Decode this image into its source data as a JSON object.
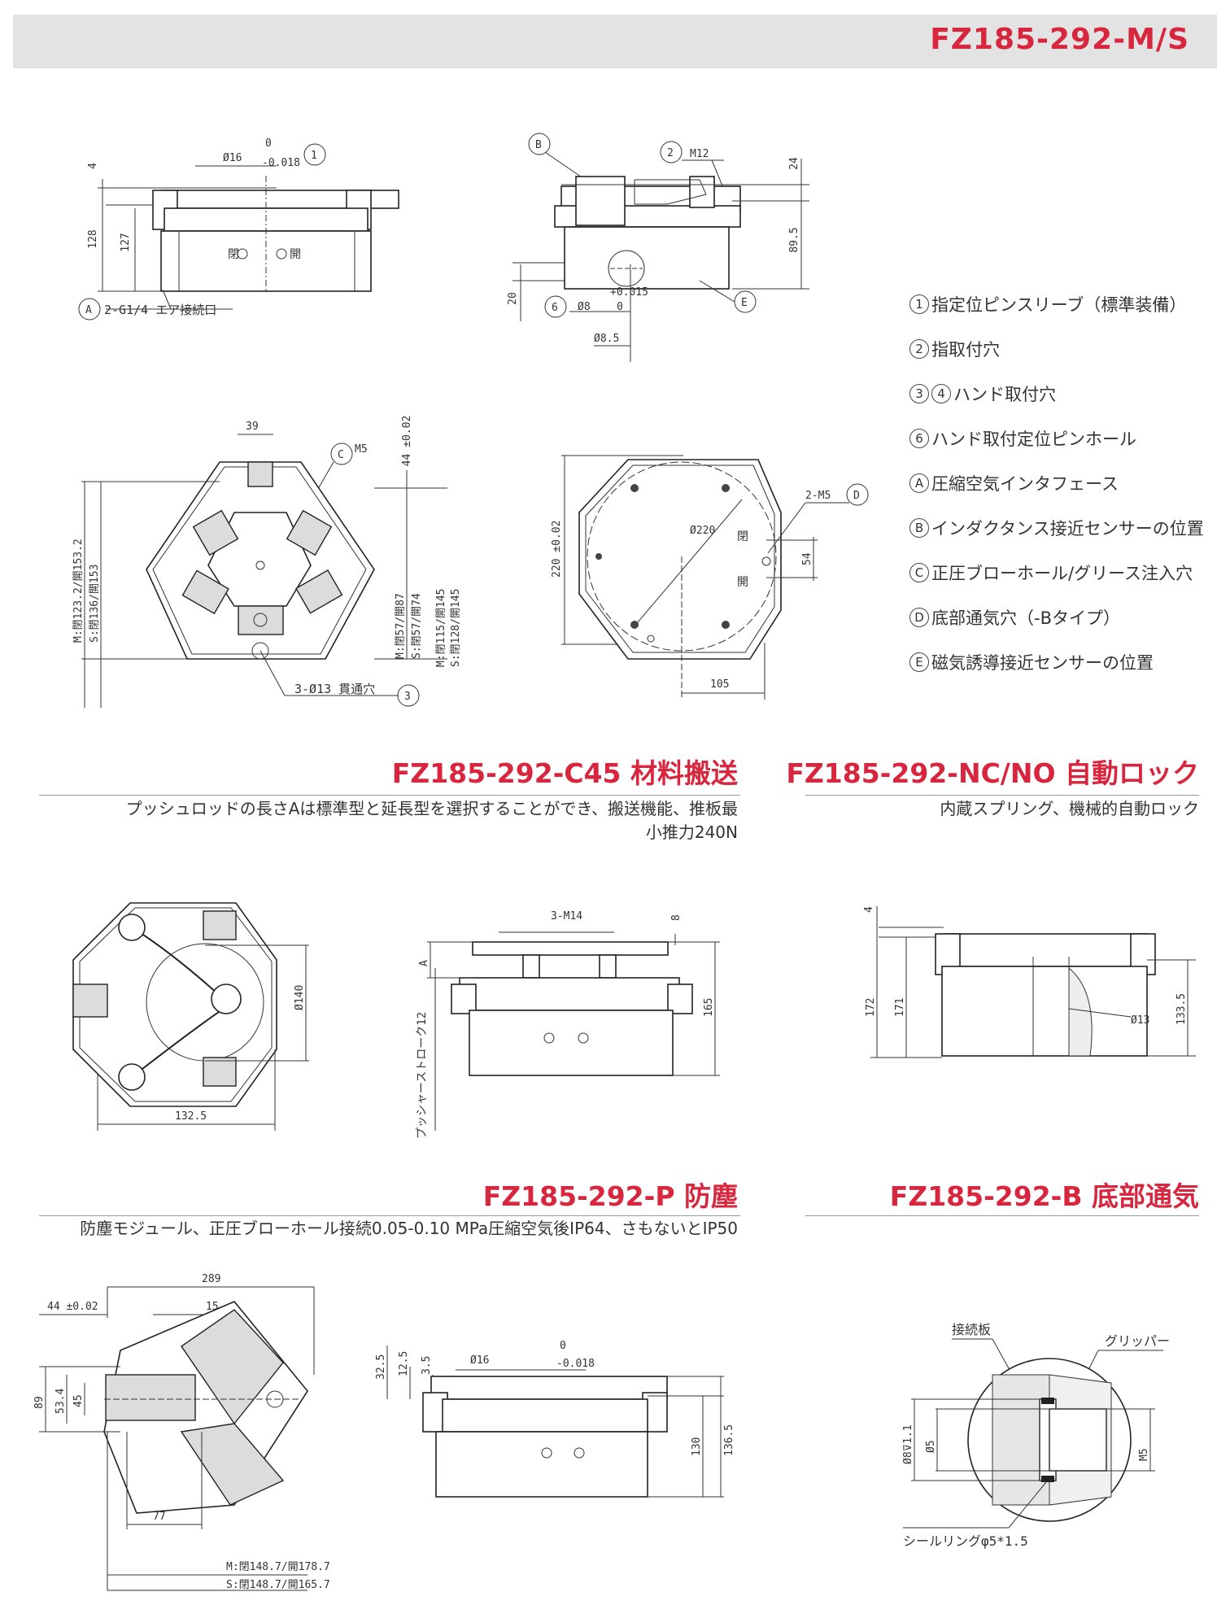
{
  "header": {
    "title": "FZ185-292-M/S"
  },
  "legend": [
    {
      "marks": [
        "1"
      ],
      "text": "指定位ピンスリーブ（標準装備）"
    },
    {
      "marks": [
        "2"
      ],
      "text": "指取付穴"
    },
    {
      "marks": [
        "3",
        "4"
      ],
      "text": "ハンド取付穴"
    },
    {
      "marks": [
        "6"
      ],
      "text": "ハンド取付定位ピンホール"
    },
    {
      "marks": [
        "A"
      ],
      "text": "圧縮空気インタフェース"
    },
    {
      "marks": [
        "B"
      ],
      "text": "インダクタンス接近センサーの位置"
    },
    {
      "marks": [
        "C"
      ],
      "text": "正圧ブローホール/グリース注入穴"
    },
    {
      "marks": [
        "D"
      ],
      "text": "底部通気穴（-Bタイプ）"
    },
    {
      "marks": [
        "E"
      ],
      "text": "磁気誘導接近センサーの位置"
    }
  ],
  "sections": {
    "c45": {
      "title": "FZ185-292-C45 材料搬送",
      "desc_1": "プッシュロッドの長さAは標準型と延長型を選択することができ、搬送機能、推板最",
      "desc_2": "小推力240N"
    },
    "nc": {
      "title": "FZ185-292-NC/NO 自動ロック",
      "desc": "内蔵スプリング、機械的自動ロック"
    },
    "p": {
      "title": "FZ185-292-P 防塵",
      "desc": "防塵モジュール、正圧ブローホール接続0.05-0.10 MPa圧縮空気後IP64、さもないとIP50"
    },
    "b": {
      "title": "FZ185-292-B 底部通気"
    }
  },
  "drawings": {
    "front": {
      "d4": "4",
      "d128": "128",
      "d127": "127",
      "pin": "Ø16",
      "tol_up": "0",
      "tol_dn": "-0.018",
      "mark": "1",
      "close": "閉",
      "open": "開",
      "port_mark": "A",
      "port": "2-G1/4 エア接続口"
    },
    "side": {
      "markB": "B",
      "mark2": "2",
      "m12": "M12",
      "d24": "24",
      "d895": "89.5",
      "d20": "20",
      "mark6": "6",
      "d8": "Ø8",
      "tol_up": "+0.015",
      "tol_dn": "0",
      "d85": "Ø8.5",
      "markE": "E"
    },
    "top": {
      "d39": "39",
      "markC": "C",
      "m5": "M5",
      "d44": "44 ±0.02",
      "left1": "M:閉123.2/開153.2",
      "left2": "S:閉136/開153",
      "r1": "M:閉57/開87",
      "r2": "S:閉57/開74",
      "r3": "M:閉115/開145",
      "r4": "S:閉128/開145",
      "hole": "3-Ø13 貫通穴",
      "mark3": "3"
    },
    "bottom": {
      "d220v": "220 ±0.02",
      "d220": "Ø220",
      "m5": "2-M5",
      "markD": "D",
      "close": "閉",
      "open": "開",
      "d54": "54",
      "d105": "105"
    },
    "c45_top": {
      "d140": "Ø140",
      "d1325": "132.5"
    },
    "c45_side": {
      "m14": "3-M14",
      "d8": "8",
      "a": "A",
      "stroke": "プッシャーストローク12",
      "d165": "165"
    },
    "nc_side": {
      "d4": "4",
      "d172": "172",
      "d171": "171",
      "d13": "Ø13",
      "d1335": "133.5"
    },
    "p_top": {
      "d289": "289",
      "d44": "44 ±0.02",
      "d15": "15",
      "d89": "89",
      "d534": "53.4",
      "d45": "45",
      "d77": "77",
      "m": "M:閉148.7/開178.7",
      "s": "S:閉148.7/開165.7"
    },
    "p_side": {
      "d325": "32.5",
      "d125": "12.5",
      "d35": "3.5",
      "pin": "Ø16",
      "tol_up": "0",
      "tol_dn": "-0.018",
      "d130": "130",
      "d1365": "136.5"
    },
    "b_det": {
      "plate": "接続板",
      "gripper": "グリッパー",
      "d8": "Ø8⊽1.1",
      "d5": "Ø5",
      "m5": "M5",
      "seal": "シールリングφ5*1.5"
    }
  }
}
